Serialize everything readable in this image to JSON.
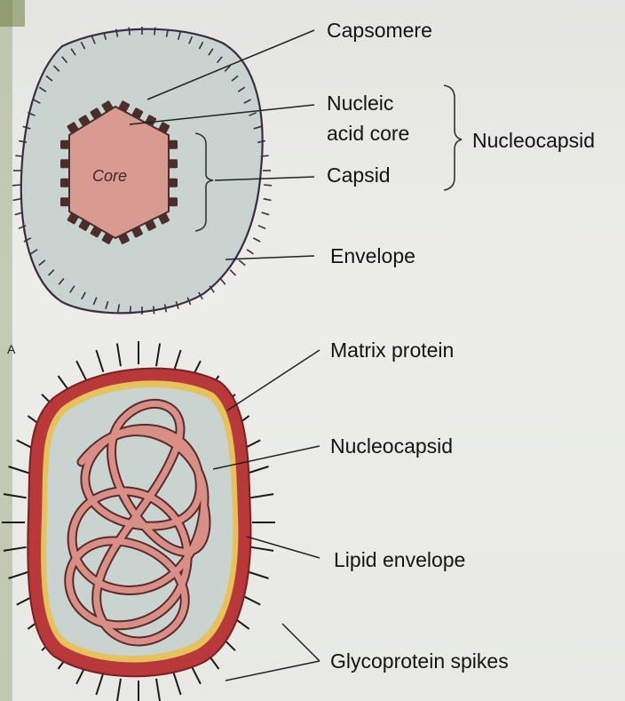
{
  "top_diagram": {
    "core_text": "Core",
    "labels": {
      "capsomere": "Capsomere",
      "nucleic_line1": "Nucleic",
      "nucleic_line2": "acid core",
      "capsid": "Capsid",
      "envelope": "Envelope",
      "nucleocapsid_group": "Nucleocapsid"
    }
  },
  "side_letter": "A",
  "bottom_diagram": {
    "labels": {
      "matrix_protein": "Matrix protein",
      "nucleocapsid": "Nucleocapsid",
      "lipid_envelope": "Lipid envelope",
      "glycoprotein_spikes": "Glycoprotein spikes"
    }
  },
  "colors": {
    "background": "#e9eae6",
    "cell_fill": "#c9d3cf",
    "core_fill": "#d99a91",
    "capsomere": "#4a2e2a",
    "envelope_outer": "#b9393a",
    "envelope_inner": "#e6c25a",
    "nucleocapsid_coil": "#d98f86",
    "ink": "#1a1a1a"
  }
}
